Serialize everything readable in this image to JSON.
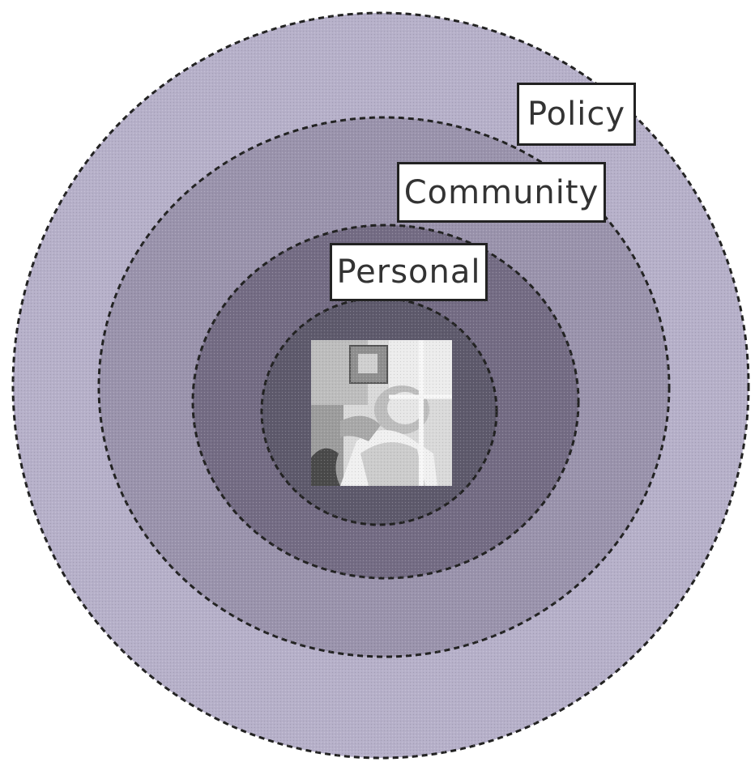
{
  "diagram": {
    "rings": [
      {
        "name": "outer-ring",
        "color": "#b6b0c9"
      },
      {
        "name": "second-ring",
        "color": "#9a93ac"
      },
      {
        "name": "third-ring",
        "color": "#746c84"
      },
      {
        "name": "inner-ring",
        "color": "#5e5a6c"
      }
    ],
    "labels": {
      "policy": "Policy",
      "community": "Community",
      "personal": "Personal"
    },
    "center_image": {
      "icon": "person-photo"
    }
  }
}
